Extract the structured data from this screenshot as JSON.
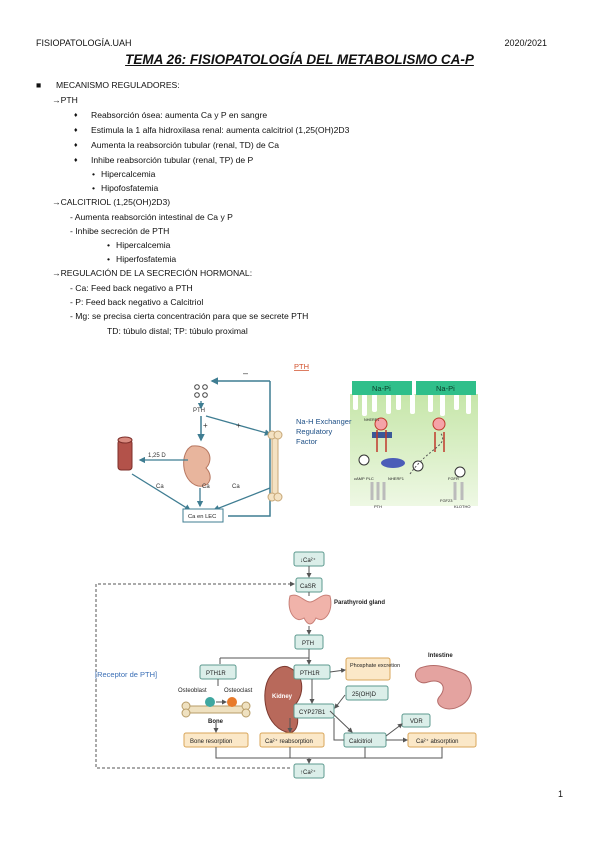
{
  "header": {
    "left": "FISIOPATOLOGÍA.UAH",
    "right": "2020/2021"
  },
  "title": "TEMA 26: FISIOPATOLOGÍA DEL METABOLISMO CA-P",
  "outline": {
    "section": "MECANISMO REGULADORES:",
    "pth_head": "→PTH",
    "pth_items": [
      "Reabsorción ósea: aumenta Ca y P en sangre",
      "Estimula la 1 alfa hidroxilasa renal: aumenta calcitriol (1,25(OH)2D3",
      "Aumenta la reabsorción tubular (renal, TD) de Ca",
      "Inhibe reabsorción tubular (renal, TP) de P"
    ],
    "pth_sub": [
      "Hipercalcemia",
      "Hipofosfatemia"
    ],
    "calc_head": "→CALCITRIOL (1,25(OH)2D3)",
    "calc_items": [
      "- Aumenta reabsorción intestinal de Ca y P",
      "- Inhibe secreción de PTH"
    ],
    "calc_sub": [
      "Hipercalcemia",
      "Hiperfosfatemia"
    ],
    "reg_head": "→REGULACIÓN DE LA SECRECIÓN HORMONAL:",
    "reg_items": [
      "- Ca: Feed back negativo a PTH",
      "- P: Feed back negativo a Calcitriol",
      "- Mg: se precisa cierta concentración para que se secrete PTH"
    ],
    "abbr": "TD: túbulo distal; TP: túbulo proximal"
  },
  "figure1": {
    "pth_label": "PTH",
    "minus": "–",
    "plus": "+",
    "vitd": "1,25 D",
    "ca": "Ca",
    "lec": "Ca en LEC",
    "napi": "Na-Pi",
    "nhe_title": [
      "Na-H Exchanger",
      "Regulatory",
      "Factor"
    ],
    "small_labels": [
      "NHERF1",
      "cAMP",
      "PLC",
      "NHERF1",
      "PTH",
      "FGFR",
      "FGF23",
      "KLOTHO"
    ]
  },
  "figure2": {
    "ca_low": "↓Ca²⁺",
    "casr": "CaSR",
    "parathyroid": "Parathyroid gland",
    "pth": "PTH",
    "pth1r_left": "PTH1R",
    "pth1r_mid": "PTH1R",
    "phosphate": "Phosphate excretion",
    "receptor_note": "[Receptor de PTH]",
    "osteoblast": "Osteoblast",
    "osteoclast": "Osteoclast",
    "bone": "Bone",
    "kidney": "Kidney",
    "d25": "25(OH)D",
    "cyp": "CYP27B1",
    "intestine": "Intestine",
    "vdr": "VDR",
    "bone_resorption": "Bone resorption",
    "ca_reabsorption": "Ca²⁺ reabsorption",
    "calcitriol": "Calcitriol",
    "ca_absorption": "Ca²⁺ absorption",
    "ca_high": "↑Ca²⁺"
  },
  "page_number": "1",
  "colors": {
    "teal_box": "#dbeee9",
    "teal_border": "#5d9a8f",
    "arrow": "#3f7d92",
    "napi": "#2fbf8a",
    "title": "#111111"
  }
}
